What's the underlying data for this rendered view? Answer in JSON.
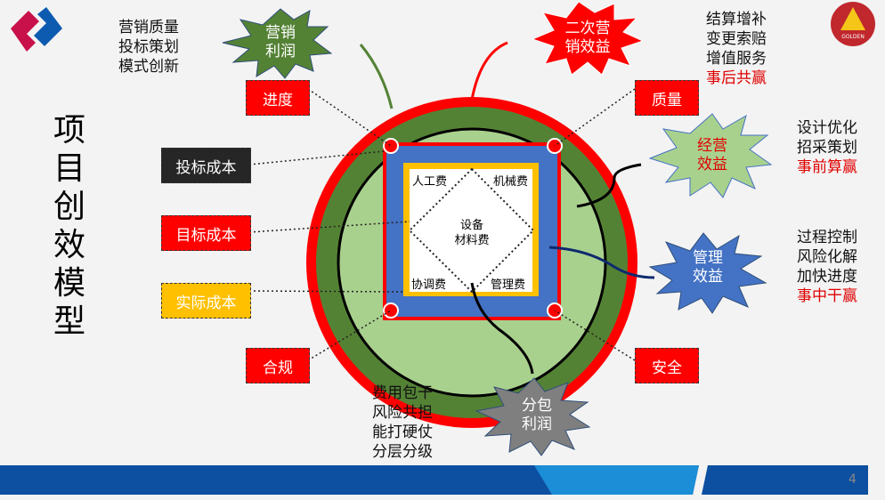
{
  "title": "项目创效模型",
  "title_chars": [
    "项",
    "目",
    "创",
    "效",
    "模",
    "型"
  ],
  "logo_right_text": "GOLDEN",
  "page_number": "4",
  "cost_labels": {
    "bid": "投标成本",
    "target": "目标成本",
    "actual": "实际成本"
  },
  "corner_labels": {
    "progress": "进度",
    "quality": "质量",
    "compliance": "合规",
    "safety": "安全"
  },
  "inner": {
    "labor": "人工费",
    "machinery": "机械费",
    "coordination": "协调费",
    "management": "管理费",
    "materials": [
      "设备",
      "材料费"
    ]
  },
  "bursts": {
    "marketing_profit": [
      "营销",
      "利润"
    ],
    "secondary": [
      "二次营",
      "销效益"
    ],
    "operating": [
      "经营",
      "效益"
    ],
    "management": [
      "管理",
      "效益"
    ],
    "subcontract": [
      "分包",
      "利润"
    ]
  },
  "notes": {
    "marketing": [
      "营销质量",
      "投标策划",
      "模式创新"
    ],
    "secondary": [
      "结算增补",
      "变更索赔",
      "增值服务"
    ],
    "secondary_hl": "事后共赢",
    "operating": [
      "设计优化",
      "招采策划"
    ],
    "operating_hl": "事前算赢",
    "management": [
      "过程控制",
      "风险化解",
      "加快进度"
    ],
    "management_hl": "事中干赢",
    "subcontract": [
      "费用包干",
      "风险共担",
      "能打硬仗",
      "分层分级"
    ]
  },
  "colors": {
    "red": "#ff0000",
    "dark_green": "#548235",
    "light_green": "#a9d18e",
    "blue": "#4472c4",
    "yellow": "#ffc000"
  }
}
